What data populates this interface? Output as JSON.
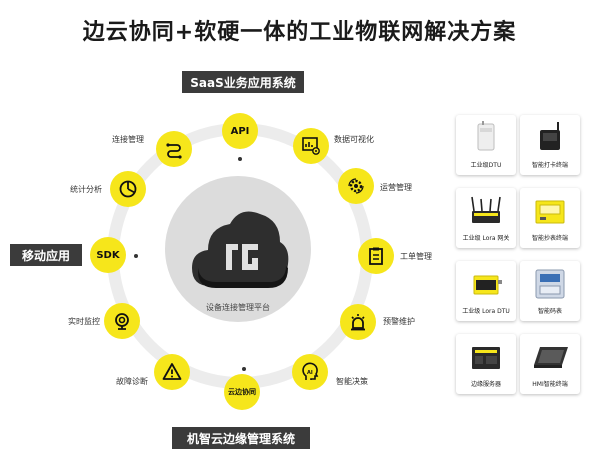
{
  "title": "边云协同+软硬一体的工业物联网解决方案",
  "top_label": "SaaS业务应用系统",
  "left_label": "移动应用",
  "bottom_label": "机智云边缘管理系统",
  "center": {
    "label": "设备连接管理平台"
  },
  "nodes": {
    "api": "API",
    "sdk": "SDK",
    "edge": "云边协同"
  },
  "labels": {
    "connect": "连接管理",
    "visual": "数据可视化",
    "stats": "统计分析",
    "ops": "运营管理",
    "workorder": "工单管理",
    "monitor": "实时监控",
    "warning": "预警维护",
    "fault": "故障诊断",
    "ai": "智能决策"
  },
  "products": [
    {
      "name": "工业级DTU"
    },
    {
      "name": "智能打卡终端"
    },
    {
      "name": "工业级 Lora 网关"
    },
    {
      "name": "智能抄表终端"
    },
    {
      "name": "工业级 Lora DTU"
    },
    {
      "name": "智能码表"
    },
    {
      "name": "边缘服务器"
    },
    {
      "name": "HMI智能终端"
    }
  ],
  "colors": {
    "accent": "#f6e61b",
    "dark": "#3b3b3b",
    "ring": "#ececec"
  }
}
